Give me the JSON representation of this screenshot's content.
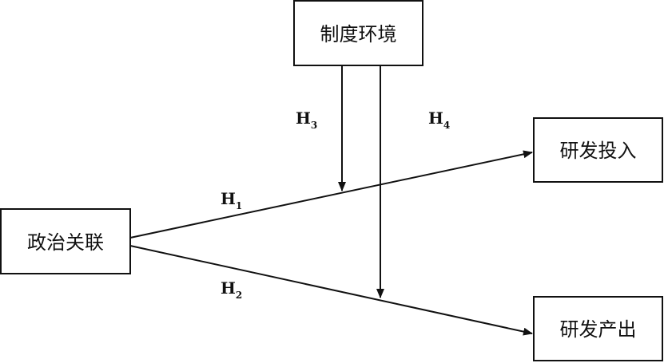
{
  "nodes": {
    "political_connection": "政治关联",
    "institutional_environment": "制度环境",
    "rd_input": "研发投入",
    "rd_output": "研发产出"
  },
  "hypotheses": {
    "h1": {
      "main": "H",
      "sub": "1"
    },
    "h2": {
      "main": "H",
      "sub": "2"
    },
    "h3": {
      "main": "H",
      "sub": "3"
    },
    "h4": {
      "main": "H",
      "sub": "4"
    }
  },
  "edges": [
    {
      "from": "political_connection",
      "to": "rd_input",
      "label": "H1"
    },
    {
      "from": "political_connection",
      "to": "rd_output",
      "label": "H2"
    },
    {
      "from": "institutional_environment",
      "to": "H1 path",
      "label": "H3"
    },
    {
      "from": "institutional_environment",
      "to": "H2 path",
      "label": "H4"
    }
  ]
}
